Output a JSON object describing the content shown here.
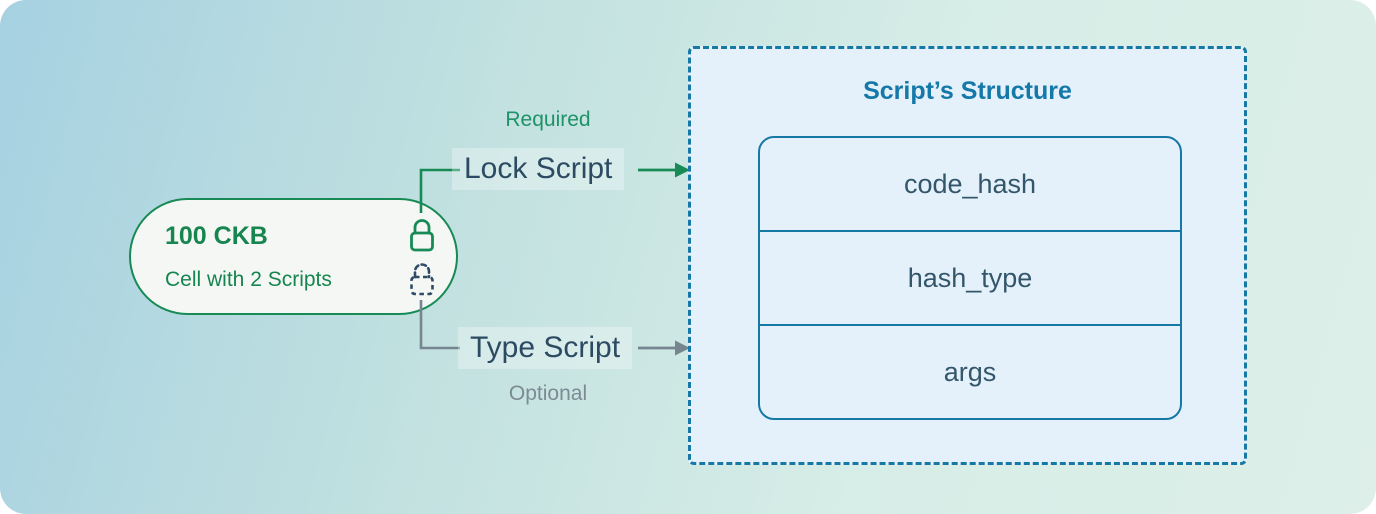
{
  "cell": {
    "amount": "100 CKB",
    "label": "Cell with 2 Scripts",
    "icons": [
      "lock-solid-icon",
      "lock-dashed-icon"
    ]
  },
  "connectors": {
    "lock": {
      "label": "Lock Script",
      "annotation": "Required"
    },
    "type": {
      "label": "Type Script",
      "annotation": "Optional"
    }
  },
  "structure": {
    "title": "Script’s Structure",
    "fields": [
      "code_hash",
      "hash_type",
      "args"
    ]
  },
  "colors": {
    "green_primary": "#178a55",
    "green_text": "#17854f",
    "green_annotation": "#1f9268",
    "navy_text": "#2c4b63",
    "slate_field_text": "#33566b",
    "blue_structure": "#1478a8",
    "gray_connector": "#76858f",
    "gray_annotation": "#7c8a94",
    "pill_background": "#f5f7f5",
    "box_background": "#e4f1fa",
    "gradient_start": "#a6d1e1",
    "gradient_end": "#ddefe8"
  }
}
